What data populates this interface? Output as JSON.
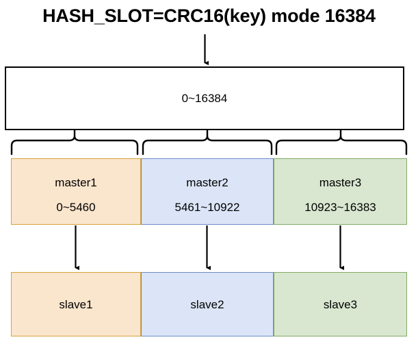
{
  "title": "HASH_SLOT=CRC16(key) mode 16384",
  "slot_range": {
    "label": "0~16384"
  },
  "colors": {
    "orange_fill": "#fae5cd",
    "orange_border": "#d6a339",
    "blue_fill": "#dbe5f7",
    "blue_border": "#6d8cc8",
    "green_fill": "#d9e7d0",
    "green_border": "#81a962",
    "outline": "#000000",
    "background": "#ffffff"
  },
  "masters": [
    {
      "name": "master1",
      "range": "0~5460"
    },
    {
      "name": "master2",
      "range": "5461~10922"
    },
    {
      "name": "master3",
      "range": "10923~16383"
    }
  ],
  "slaves": [
    {
      "name": "slave1"
    },
    {
      "name": "slave2"
    },
    {
      "name": "slave3"
    }
  ],
  "connectors": {
    "title_to_slot_arrow": "down-arrow-icon",
    "slot_to_master_braces": [
      "curly-brace-icon",
      "curly-brace-icon",
      "curly-brace-icon"
    ],
    "master_to_slave_arrows": [
      "down-arrow-icon",
      "down-arrow-icon",
      "down-arrow-icon"
    ]
  }
}
